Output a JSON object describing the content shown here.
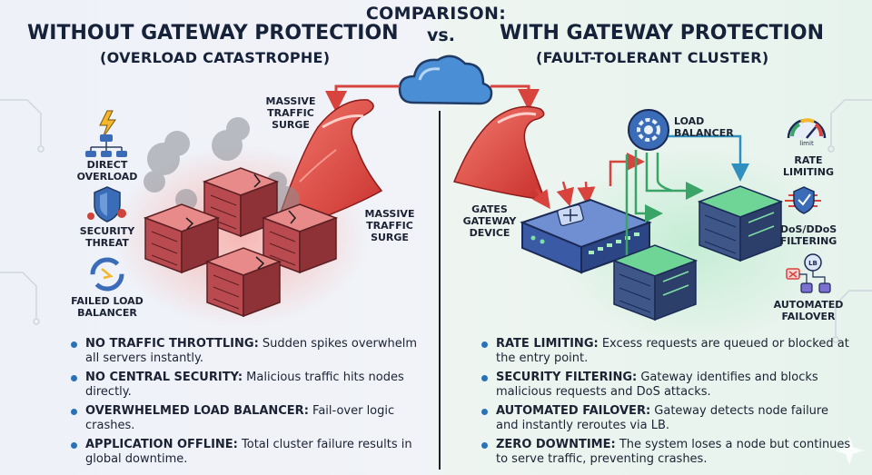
{
  "title": {
    "top": "COMPARISON:",
    "left": "WITHOUT GATEWAY PROTECTION",
    "vs": "vs.",
    "right": "WITH GATEWAY PROTECTION",
    "left_sub": "(OVERLOAD CATASTROPHE)",
    "right_sub": "(FAULT-TOLERANT CLUSTER)"
  },
  "left": {
    "icons": {
      "direct_overload": [
        "DIRECT",
        "OVERLOAD"
      ],
      "security_threat": [
        "SECURITY",
        "THREAT"
      ],
      "failed_lb": [
        "FAILED LOAD",
        "BALANCER"
      ]
    },
    "surge_top": [
      "MASSIVE",
      "TRAFFIC",
      "SURGE"
    ],
    "surge_right": [
      "MASSIVE",
      "TRAFFIC",
      "SURGE"
    ],
    "bullets": [
      {
        "head": "NO TRAFFIC THROTTLING:",
        "text": " Sudden spikes overwhelm all servers instantly."
      },
      {
        "head": "NO CENTRAL SECURITY:",
        "text": " Malicious traffic hits nodes directly."
      },
      {
        "head": "OVERWHELMED LOAD BALANCER:",
        "text": " Fail-over logic crashes."
      },
      {
        "head": "APPLICATION OFFLINE:",
        "text": " Total cluster failure results in global downtime."
      }
    ]
  },
  "right": {
    "gateway": [
      "GATES",
      "GATEWAY",
      "DEVICE"
    ],
    "load_balancer": [
      "LOAD",
      "BALANCER"
    ],
    "gauge_text": "limit",
    "lb_chip": "LB",
    "icons": {
      "rate_limiting": [
        "RATE",
        "LIMITING"
      ],
      "ddos": [
        "DoS/DDoS",
        "FILTERING"
      ],
      "failover": [
        "AUTOMATED",
        "FAILOVER"
      ]
    },
    "bullets": [
      {
        "head": "RATE LIMITING:",
        "text": " Excess requests are queued or blocked at the entry point."
      },
      {
        "head": "SECURITY FILTERING:",
        "text": " Gateway identifies and blocks malicious requests and DoS attacks."
      },
      {
        "head": "AUTOMATED FAILOVER:",
        "text": " Gateway detects node failure and instantly reroutes via LB."
      },
      {
        "head": "ZERO DOWNTIME:",
        "text": " The system loses a node but continues to serve traffic, preventing crashes."
      }
    ]
  },
  "colors": {
    "wave": "#e0403a",
    "server_red": "#c9545a",
    "server_green": "#4aa873",
    "gateway_blue": "#3b5aa6",
    "arrow_green": "#3aa466",
    "arrow_blue": "#2f8fbf",
    "bullet": "#2a72b8"
  }
}
